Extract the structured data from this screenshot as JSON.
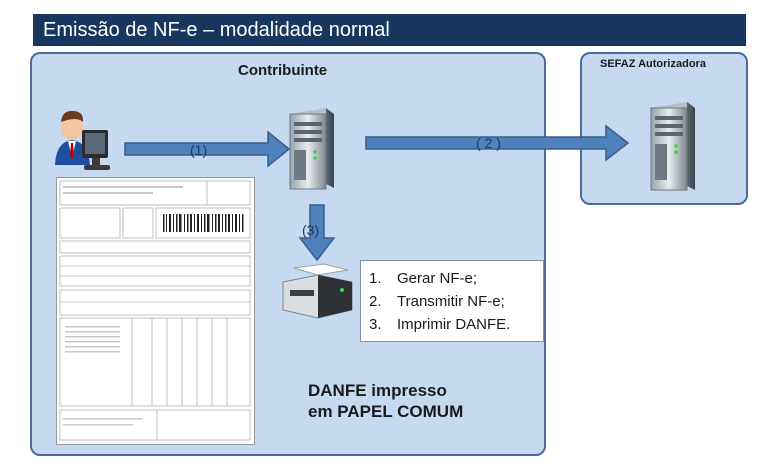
{
  "title": "Emissão de NF-e – modalidade normal",
  "panels": {
    "contribuinte": "Contribuinte",
    "sefaz": "SEFAZ Autorizadora"
  },
  "arrows": {
    "step1": "(1)",
    "step2": "( 2 )",
    "step3": "(3)"
  },
  "steps": [
    {
      "num": "1.",
      "label": "Gerar NF-e;"
    },
    {
      "num": "2.",
      "label": "Transmitir NF-e;"
    },
    {
      "num": "3.",
      "label": "Imprimir DANFE."
    }
  ],
  "caption": {
    "line1": "DANFE impresso",
    "line2": "em PAPEL COMUM"
  },
  "colors": {
    "title_bg": "#17375e",
    "panel_bg": "#c5d9f1",
    "arrow": "#4f81bd"
  },
  "icons": [
    "user-computer-icon",
    "server-icon",
    "printer-icon",
    "document-icon"
  ]
}
